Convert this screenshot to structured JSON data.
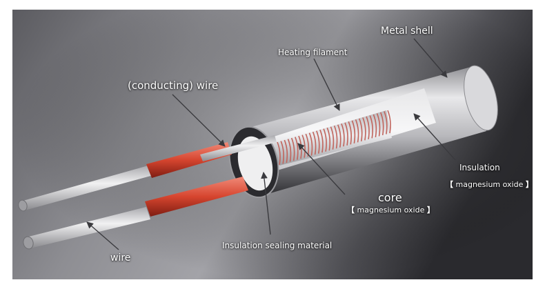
{
  "labels": {
    "metal_shell": "Metal shell",
    "heating_filament": "Heating filament",
    "conducting_wire": "(conducting) wire",
    "insulation": "Insulation",
    "insulation_sub": "magnesium oxide",
    "core": "core",
    "core_sub": "magnesium oxide",
    "sealing_material": "Insulation sealing material",
    "wire": "wire"
  },
  "brackets": {
    "open": "【",
    "close": "】"
  },
  "colors": {
    "background_dark": "#2a2a2e",
    "background_light": "#8c8c90",
    "shell": "#cfcfd2",
    "filament": "#b5554e",
    "wire_sheath": "#c0392b",
    "wire_metal": "#d9d9db",
    "label_text": "#ffffff"
  }
}
